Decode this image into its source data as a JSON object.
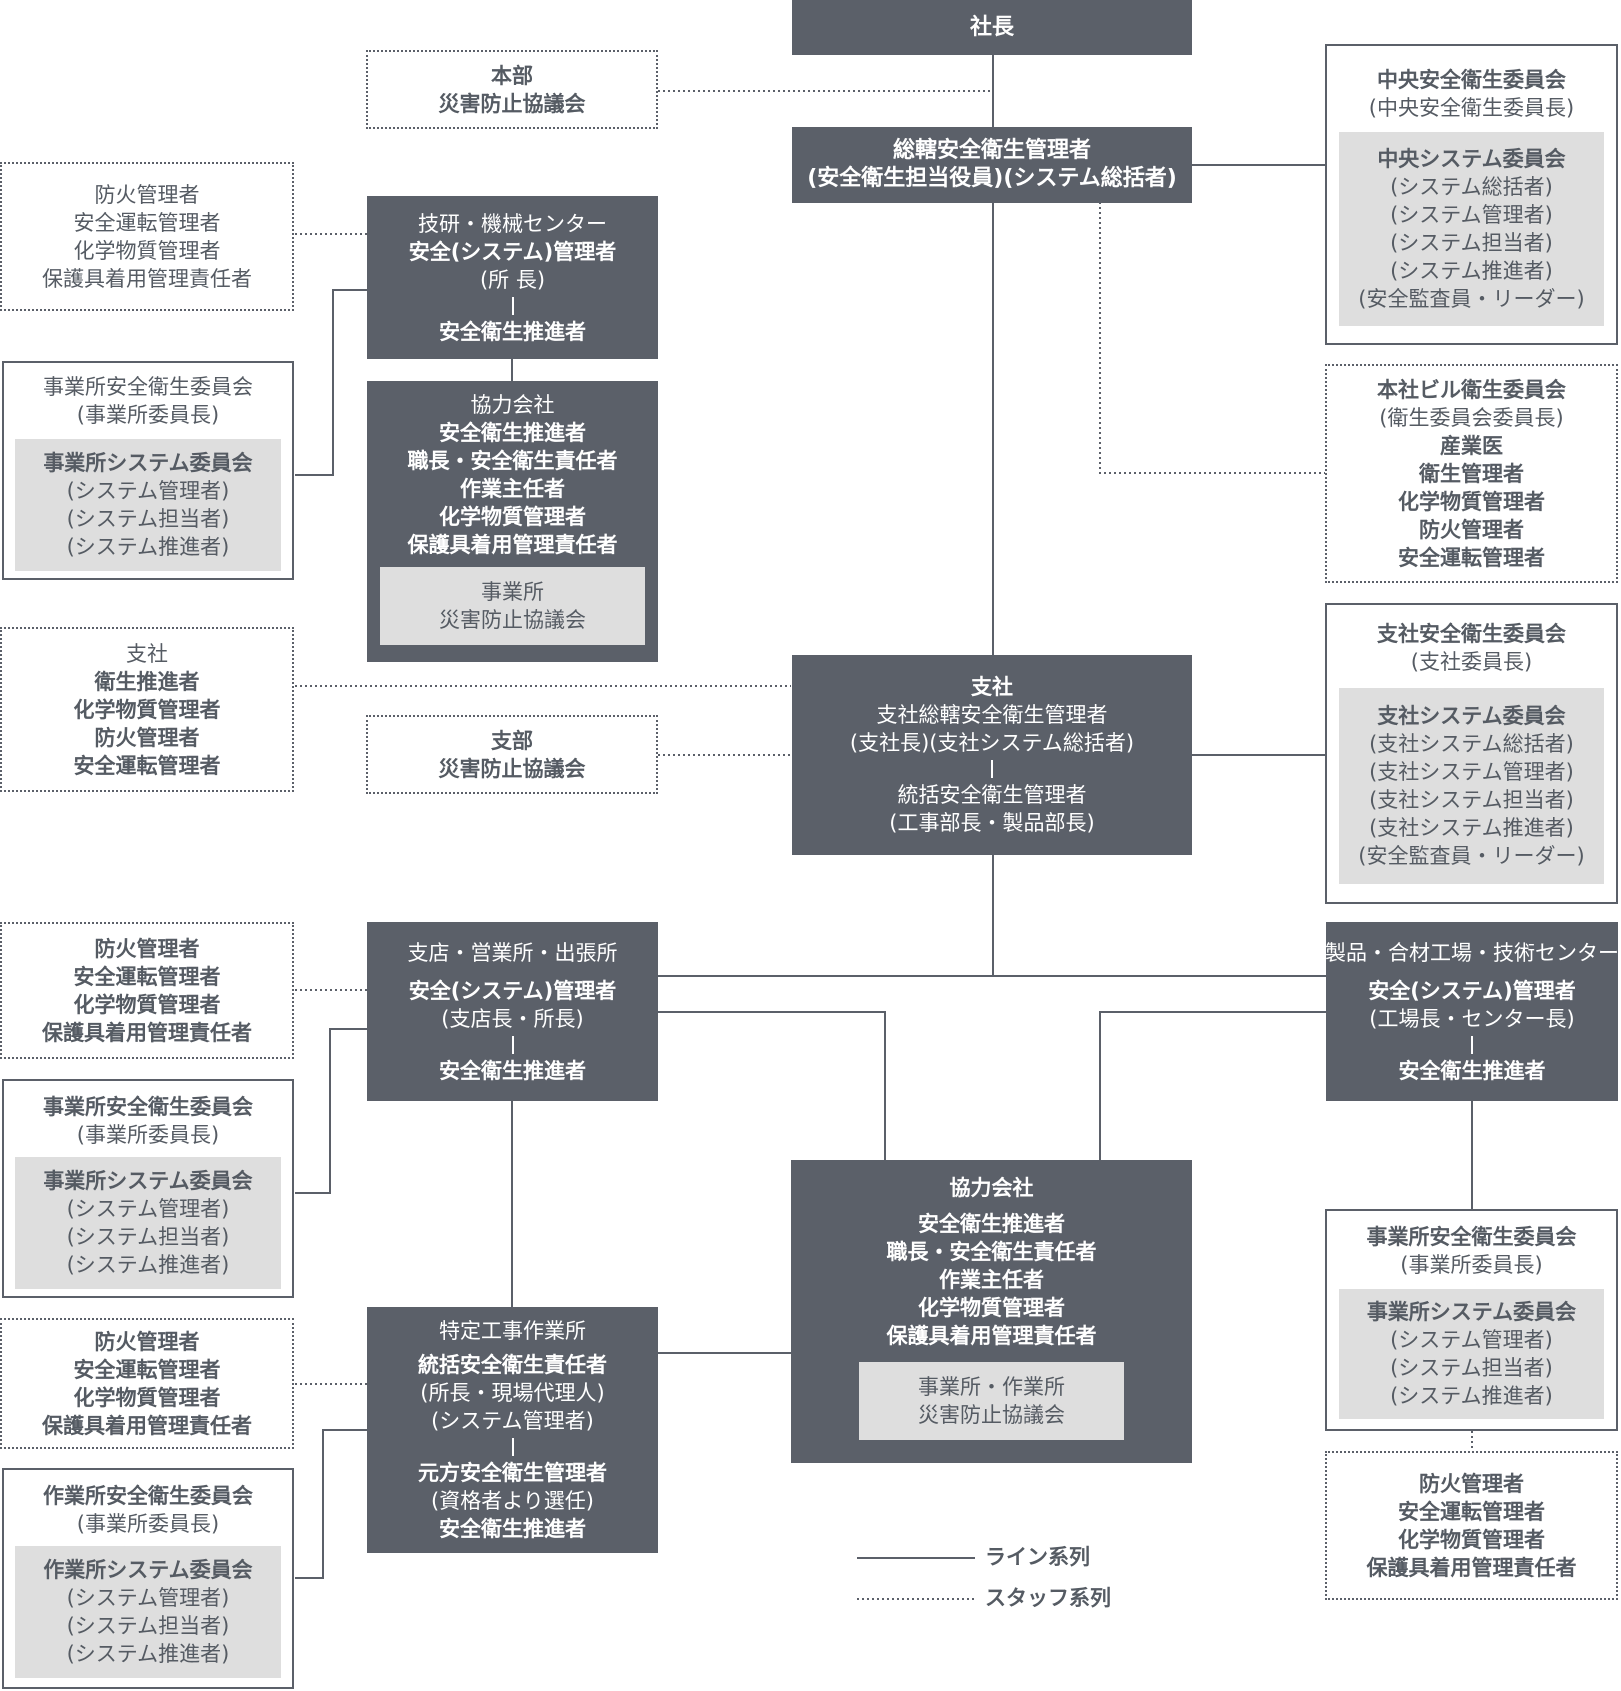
{
  "president": "社長",
  "hq_council": [
    "本部",
    "災害防止協議会"
  ],
  "general_manager": [
    "総轄安全衛生管理者",
    "(安全衛生担当役員)(システム総括者)"
  ],
  "central_committee": {
    "title": "中央安全衛生委員会",
    "chair": "(中央安全衛生委員長)",
    "system_title": "中央システム委員会",
    "system_members": [
      "(システム総括者)",
      "(システム管理者)",
      "(システム担当者)",
      "(システム推進者)",
      "(安全監査員・リーダー)"
    ]
  },
  "hq_building": [
    "本社ビル衛生委員会",
    "(衛生委員会委員長)",
    "産業医",
    "衛生管理者",
    "化学物質管理者",
    "防火管理者",
    "安全運転管理者"
  ],
  "tech_center": {
    "name": "技研・機械センター",
    "manager": "安全(システム)管理者",
    "chief": "(所 長)",
    "promoter": "安全衛生推進者"
  },
  "tech_staff": [
    "防火管理者",
    "安全運転管理者",
    "化学物質管理者",
    "保護具着用管理責任者"
  ],
  "tech_committee": {
    "title": "事業所安全衛生委員会",
    "chair": "(事業所委員長)",
    "system_title": "事業所システム委員会",
    "system_members": [
      "(システム管理者)",
      "(システム担当者)",
      "(システム推進者)"
    ]
  },
  "partner_top": {
    "title": "協力会社",
    "roles": [
      "安全衛生推進者",
      "職長・安全衛生責任者",
      "作業主任者",
      "化学物質管理者",
      "保護具着用管理責任者"
    ],
    "council": [
      "事業所",
      "災害防止協議会"
    ]
  },
  "branch_staff": [
    "支社",
    "衛生推進者",
    "化学物質管理者",
    "防火管理者",
    "安全運転管理者"
  ],
  "branch_council": [
    "支部",
    "災害防止協議会"
  ],
  "branch": {
    "title": "支社",
    "manager": "支社総轄安全衛生管理者",
    "manager_note": "(支社長)(支社システム総括者)",
    "supervisor": "統括安全衛生管理者",
    "supervisor_note": "(工事部長・製品部長)"
  },
  "branch_committee": {
    "title": "支社安全衛生委員会",
    "chair": "(支社委員長)",
    "system_title": "支社システム委員会",
    "system_members": [
      "(支社システム総括者)",
      "(支社システム管理者)",
      "(支社システム担当者)",
      "(支社システム推進者)",
      "(安全監査員・リーダー)"
    ]
  },
  "office_staff": [
    "防火管理者",
    "安全運転管理者",
    "化学物質管理者",
    "保護具着用管理責任者"
  ],
  "office": {
    "name": "支店・営業所・出張所",
    "manager": "安全(システム)管理者",
    "chief": "(支店長・所長)",
    "promoter": "安全衛生推進者"
  },
  "office_committee": {
    "title": "事業所安全衛生委員会",
    "chair": "(事業所委員長)",
    "system_title": "事業所システム委員会",
    "system_members": [
      "(システム管理者)",
      "(システム担当者)",
      "(システム推進者)"
    ]
  },
  "factory": {
    "name": "製品・合材工場・技術センター",
    "manager": "安全(システム)管理者",
    "chief": "(工場長・センター長)",
    "promoter": "安全衛生推進者"
  },
  "factory_committee": {
    "title": "事業所安全衛生委員会",
    "chair": "(事業所委員長)",
    "system_title": "事業所システム委員会",
    "system_members": [
      "(システム管理者)",
      "(システム担当者)",
      "(システム推進者)"
    ]
  },
  "factory_staff": [
    "防火管理者",
    "安全運転管理者",
    "化学物質管理者",
    "保護具着用管理責任者"
  ],
  "site_staff": [
    "防火管理者",
    "安全運転管理者",
    "化学物質管理者",
    "保護具着用管理責任者"
  ],
  "site": {
    "name": "特定工事作業所",
    "manager": "統括安全衛生責任者",
    "manager_notes": [
      "(所長・現場代理人)",
      "(システム管理者)"
    ],
    "prime": "元方安全衛生管理者",
    "prime_note": "(資格者より選任)",
    "promoter": "安全衛生推進者"
  },
  "site_committee": {
    "title": "作業所安全衛生委員会",
    "chair": "(事業所委員長)",
    "system_title": "作業所システム委員会",
    "system_members": [
      "(システム管理者)",
      "(システム担当者)",
      "(システム推進者)"
    ]
  },
  "partner_bottom": {
    "title": "協力会社",
    "roles": [
      "安全衛生推進者",
      "職長・安全衛生責任者",
      "作業主任者",
      "化学物質管理者",
      "保護具着用管理責任者"
    ],
    "council": [
      "事業所・作業所",
      "災害防止協議会"
    ]
  },
  "legend": {
    "line": "ライン系列",
    "staff": "スタッフ系列"
  }
}
